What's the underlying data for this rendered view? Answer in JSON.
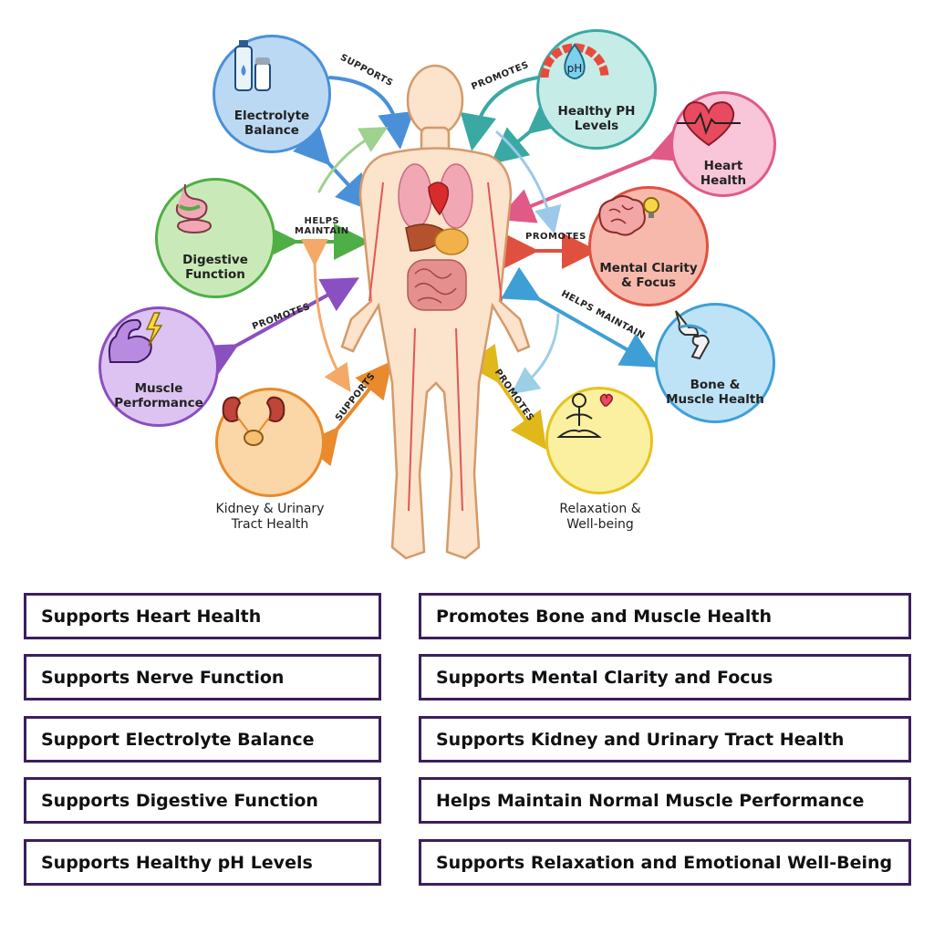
{
  "diagram": {
    "circles": [
      {
        "id": "electrolyte",
        "label": "Electrolyte\nBalance",
        "icon": "water-bottle-salt-shaker-icon",
        "color": "#4a90d9",
        "fill": "#bcd9f4"
      },
      {
        "id": "ph",
        "label": "Healthy PH\nLevels",
        "icon": "ph-gauge-drop-icon",
        "color": "#3aa9a3",
        "fill": "#c6ece8"
      },
      {
        "id": "heart",
        "label": "Heart\nHealth",
        "icon": "heart-pulse-icon",
        "color": "#e05a87",
        "fill": "#f8c6d8"
      },
      {
        "id": "digestive",
        "label": "Digestive\nFunction",
        "icon": "stomach-intestine-icon",
        "color": "#4fae45",
        "fill": "#c9eab8"
      },
      {
        "id": "mental",
        "label": "Mental Clarity\n& Focus",
        "icon": "brain-lightbulb-icon",
        "color": "#e0503f",
        "fill": "#f8b9ad"
      },
      {
        "id": "muscle",
        "label": "Muscle\nPerformance",
        "icon": "flexed-arm-lightning-icon",
        "color": "#8a4fc0",
        "fill": "#ddc3f1"
      },
      {
        "id": "bone",
        "label": "Bone &\nMuscle Health",
        "icon": "knee-joint-icon",
        "color": "#3e9fd6",
        "fill": "#bfe3f6"
      },
      {
        "id": "kidney",
        "label": "",
        "icon": "kidneys-bladder-icon",
        "color": "#e98a2c",
        "fill": "#fbd6a6"
      },
      {
        "id": "relax",
        "label": "",
        "icon": "meditation-heart-icon",
        "color": "#e7c21f",
        "fill": "#fbf0a0"
      }
    ],
    "external_labels": {
      "kidney": "Kidney & Urinary\nTract Health",
      "relax": "Relaxation &\nWell-being"
    },
    "connectors": {
      "electrolyte": "SUPPORTS",
      "ph": "PROMOTES",
      "digestive": "HELPS\nMAINTAIN",
      "mental": "PROMOTES",
      "muscle": "PROMOTES",
      "bone": "HELPS MAINTAIN",
      "kidney": "SUPPORTS",
      "relax": "PROMOTES"
    },
    "ph_text": "pH"
  },
  "benefits": {
    "left": [
      "Supports Heart Health",
      "Supports Nerve Function",
      "Support Electrolyte Balance",
      "Supports Digestive Function",
      "Supports Healthy pH Levels"
    ],
    "right": [
      "Promotes Bone and Muscle Health",
      "Supports Mental Clarity and Focus",
      "Supports Kidney and Urinary Tract Health",
      "Helps Maintain Normal Muscle Performance",
      "Supports Relaxation and Emotional Well-Being"
    ],
    "border_color": "#3b1f5c"
  }
}
